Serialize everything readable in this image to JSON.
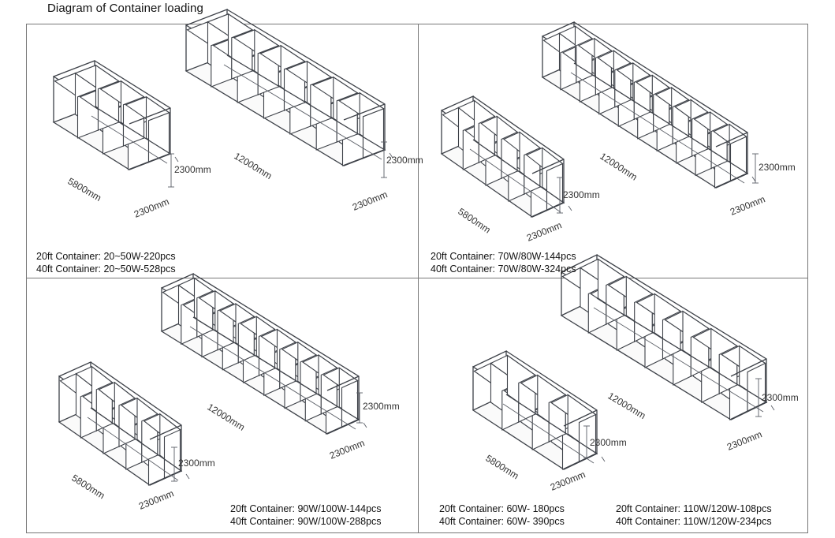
{
  "title": "Diagram of Container loading",
  "colors": {
    "line": "#3d4148",
    "fill": "#ffffff",
    "dim": "#5a5e66"
  },
  "dims": {
    "len20": "5800mm",
    "len40": "12000mm",
    "width": "2300mm",
    "height": "2300mm"
  },
  "panels": [
    {
      "id": "p1",
      "captions": [
        [
          "20ft Container: 20~50W-220pcs",
          "40ft Container: 20~50W-528pcs"
        ]
      ]
    },
    {
      "id": "p2",
      "captions": [
        [
          "20ft Container: 70W/80W-144pcs",
          "40ft Container: 70W/80W-324pcs"
        ]
      ]
    },
    {
      "id": "p3",
      "captions": [
        [
          "20ft Container: 90W/100W-144pcs",
          "40ft Container: 90W/100W-288pcs"
        ]
      ]
    },
    {
      "id": "p4",
      "captions": [
        [
          "20ft Container: 60W- 180pcs",
          "40ft Container: 60W- 390pcs"
        ],
        [
          "20ft Container: 110W/120W-108pcs",
          "40ft Container: 110W/120W-234pcs"
        ]
      ]
    }
  ]
}
